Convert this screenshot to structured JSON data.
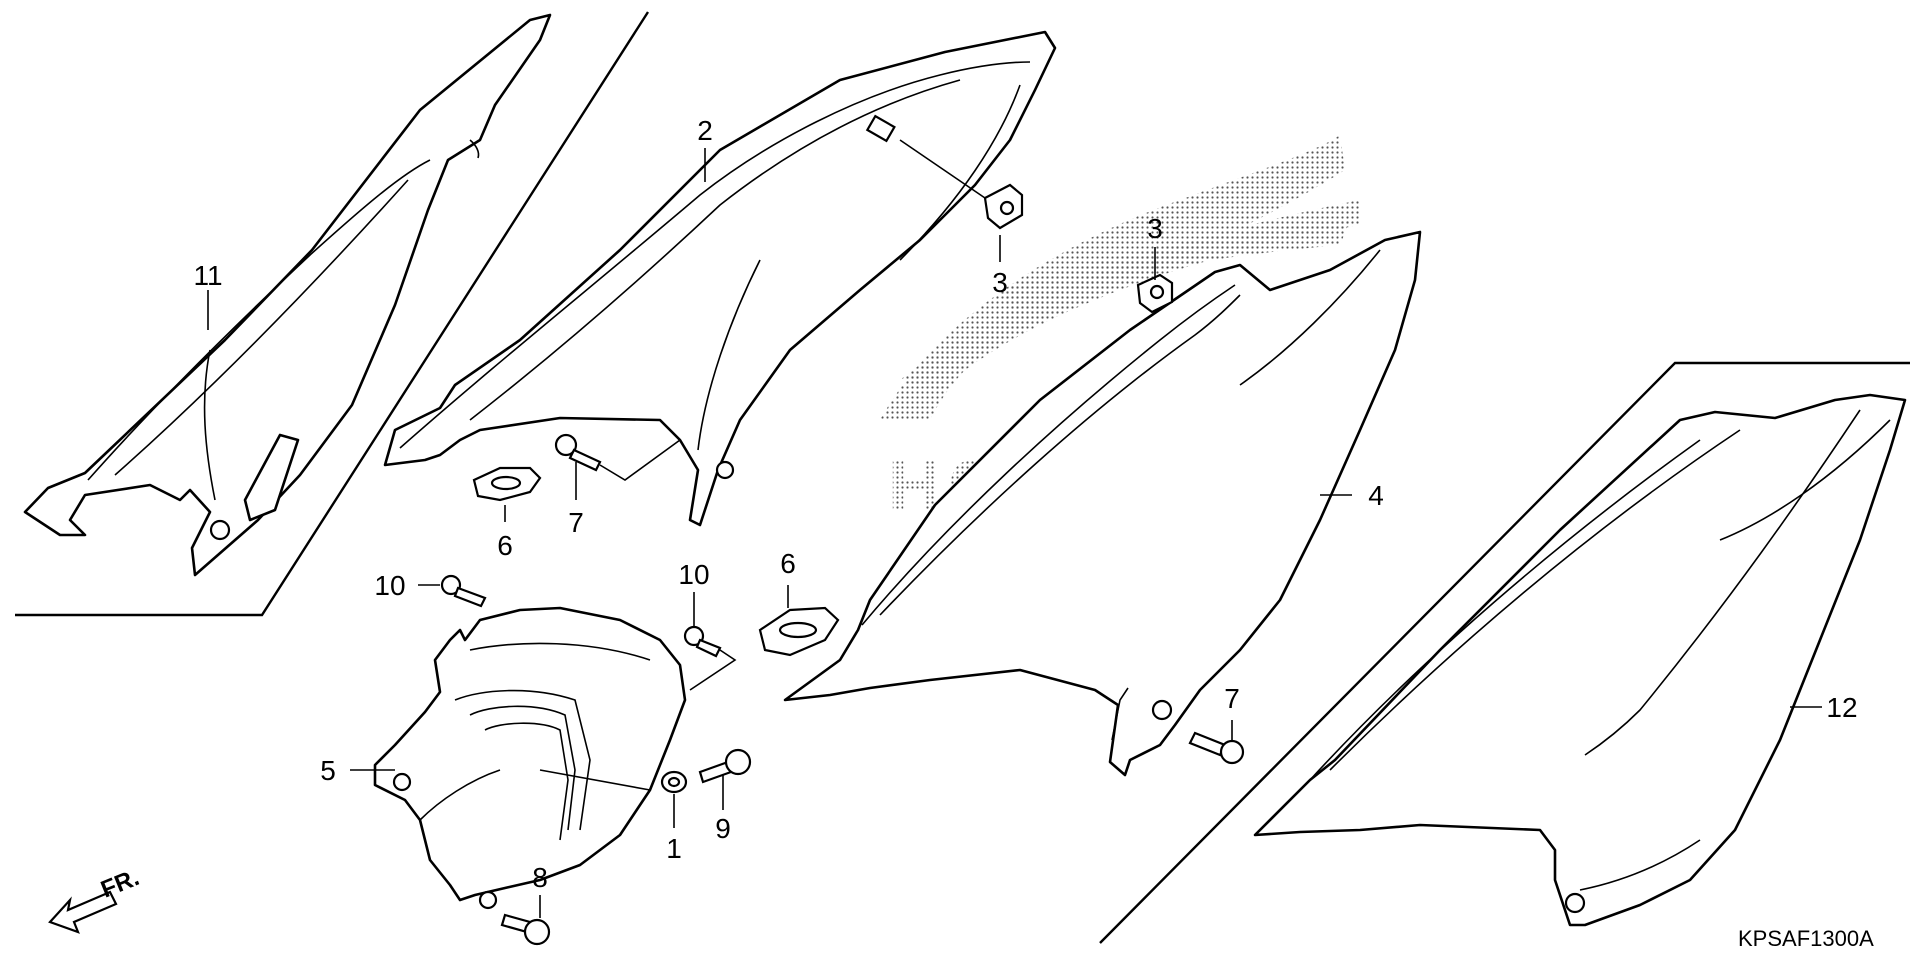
{
  "diagram": {
    "figure_code": "KPSAF1300A",
    "front_indicator": "FR.",
    "watermark_text": "HONDA",
    "callouts": [
      {
        "id": "c1",
        "label": "1"
      },
      {
        "id": "c2",
        "label": "2"
      },
      {
        "id": "c3a",
        "label": "3"
      },
      {
        "id": "c3b",
        "label": "3"
      },
      {
        "id": "c4",
        "label": "4"
      },
      {
        "id": "c5",
        "label": "5"
      },
      {
        "id": "c6a",
        "label": "6"
      },
      {
        "id": "c6b",
        "label": "6"
      },
      {
        "id": "c7a",
        "label": "7"
      },
      {
        "id": "c7b",
        "label": "7"
      },
      {
        "id": "c8",
        "label": "8"
      },
      {
        "id": "c9",
        "label": "9"
      },
      {
        "id": "c10a",
        "label": "10"
      },
      {
        "id": "c10b",
        "label": "10"
      },
      {
        "id": "c11",
        "label": "11"
      },
      {
        "id": "c12",
        "label": "12"
      }
    ]
  }
}
